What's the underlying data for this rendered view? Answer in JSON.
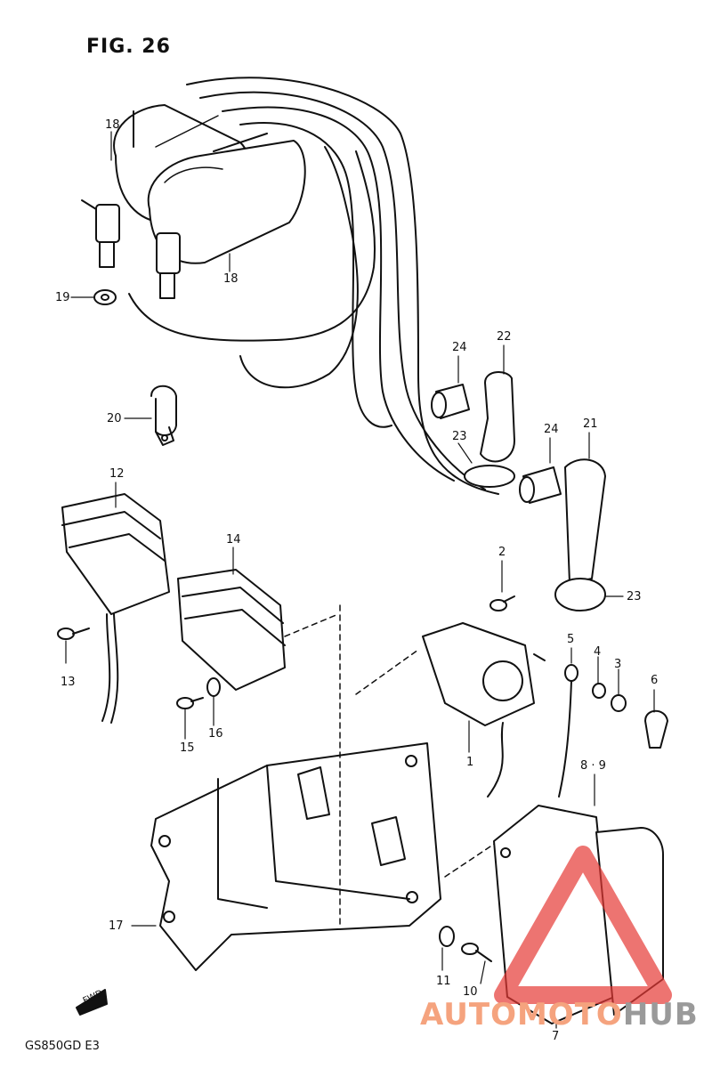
{
  "figure": {
    "title": "FIG. 26",
    "model_code": "GS850GD  E3",
    "fwd_mark": "FWD"
  },
  "callouts": [
    "18",
    "18",
    "19",
    "20",
    "12",
    "13",
    "14",
    "15",
    "16",
    "17",
    "24",
    "22",
    "23",
    "24",
    "21",
    "23",
    "2",
    "1",
    "5",
    "4",
    "3",
    "6",
    "8 · 9",
    "11",
    "10",
    "7"
  ],
  "watermark": {
    "part_a": "AUTOMOTO",
    "part_b": "HUB",
    "color_a": "#f5a37e",
    "color_b": "#9a9a9a",
    "triangle_color": "#e53935"
  },
  "colors": {
    "line": "#111111",
    "paper": "#ffffff"
  }
}
